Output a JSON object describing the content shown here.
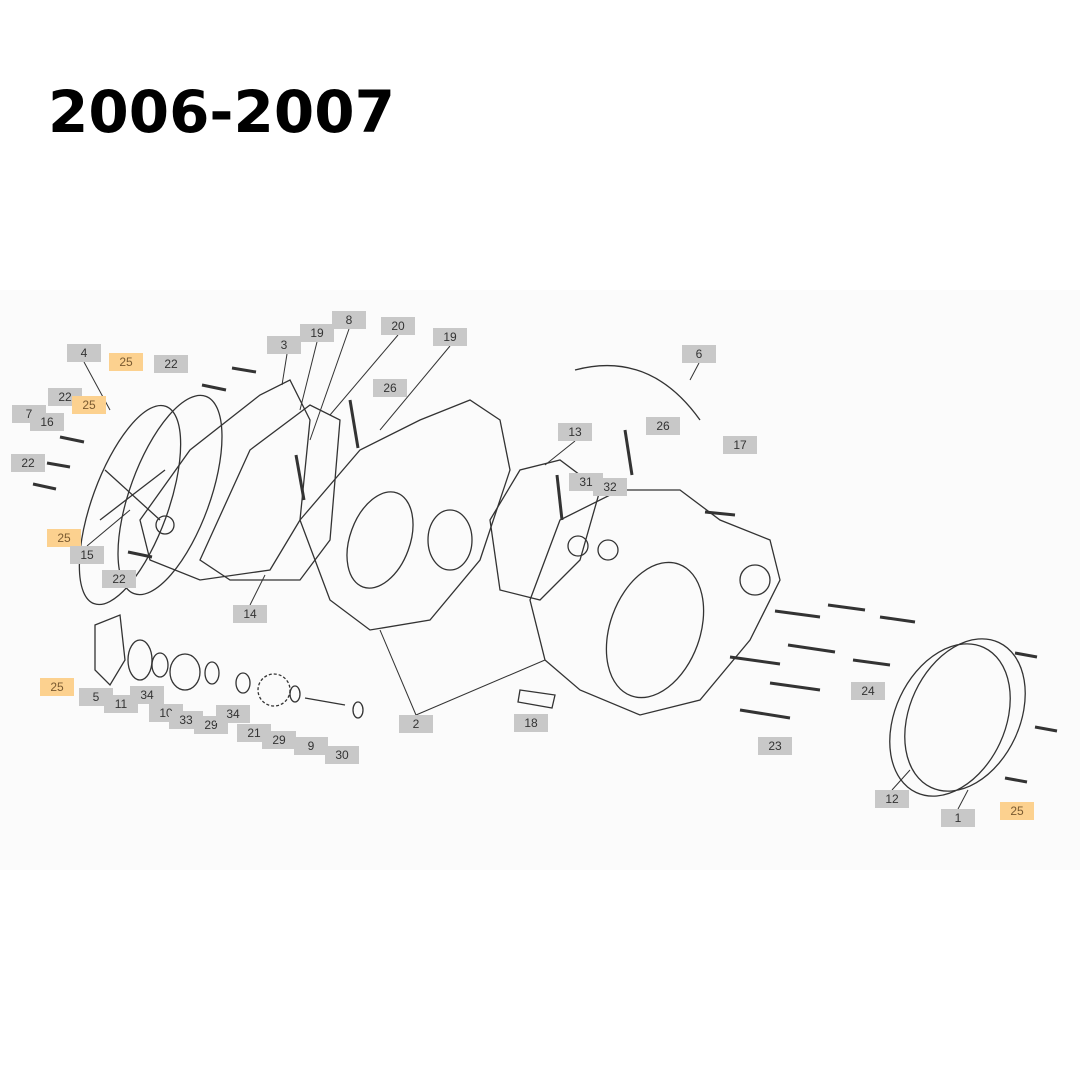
{
  "title": "2006-2007",
  "highlight_color": "#fcd18f",
  "label_color": "#c8c8c8",
  "callouts": [
    {
      "text": "4",
      "hl": false
    },
    {
      "text": "25",
      "hl": true
    },
    {
      "text": "22",
      "hl": false
    },
    {
      "text": "3",
      "hl": false
    },
    {
      "text": "19",
      "hl": false
    },
    {
      "text": "8",
      "hl": false
    },
    {
      "text": "20",
      "hl": false
    },
    {
      "text": "19",
      "hl": false
    },
    {
      "text": "26",
      "hl": false
    },
    {
      "text": "22",
      "hl": false
    },
    {
      "text": "25",
      "hl": true
    },
    {
      "text": "7",
      "hl": false
    },
    {
      "text": "16",
      "hl": false
    },
    {
      "text": "22",
      "hl": false
    },
    {
      "text": "25",
      "hl": true
    },
    {
      "text": "15",
      "hl": false
    },
    {
      "text": "22",
      "hl": false
    },
    {
      "text": "14",
      "hl": false
    },
    {
      "text": "6",
      "hl": false
    },
    {
      "text": "17",
      "hl": false
    },
    {
      "text": "13",
      "hl": false
    },
    {
      "text": "26",
      "hl": false
    },
    {
      "text": "31",
      "hl": false
    },
    {
      "text": "32",
      "hl": false
    },
    {
      "text": "25",
      "hl": true
    },
    {
      "text": "5",
      "hl": false
    },
    {
      "text": "11",
      "hl": false
    },
    {
      "text": "34",
      "hl": false
    },
    {
      "text": "10",
      "hl": false
    },
    {
      "text": "33",
      "hl": false
    },
    {
      "text": "29",
      "hl": false
    },
    {
      "text": "34",
      "hl": false
    },
    {
      "text": "21",
      "hl": false
    },
    {
      "text": "29",
      "hl": false
    },
    {
      "text": "9",
      "hl": false
    },
    {
      "text": "30",
      "hl": false
    },
    {
      "text": "2",
      "hl": false
    },
    {
      "text": "18",
      "hl": false
    },
    {
      "text": "24",
      "hl": false
    },
    {
      "text": "23",
      "hl": false
    },
    {
      "text": "12",
      "hl": false
    },
    {
      "text": "1",
      "hl": false
    },
    {
      "text": "25",
      "hl": true
    }
  ]
}
